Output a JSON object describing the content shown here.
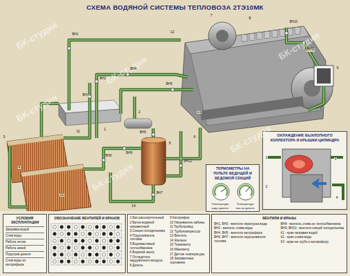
{
  "diagram": {
    "title": "СХЕМА ВОДЯНОЙ СИСТЕМЫ ТЕПЛОВОЗА 2ТЭ10МК",
    "nodes": [
      {
        "text": [
          "ОХЛАЖДЕНИЕ ВЫХЛОПНОГО КОЛЛЕКТОРА И КРЫШКИ ЦИЛИНДРА"
        ]
      },
      {
        "text": [
          "ТЕРМОМЕТРЫ НА ПУЛЬТЕ ВЕДУЩЕЙ И ВЕДОМОЙ СЕКЦИЙ",
          "Температура воды дизеля",
          "Температура масла дизеля"
        ]
      },
      {
        "text": [
          "УСЛОВИЯ ЭКСПЛУАТАЦИИ",
          "Заправка водой",
          "Слив воды",
          "Работа летом",
          "Работа зимой",
          "Подогрев дизеля",
          "Слив воды из калорифера"
        ]
      },
      {
        "text": [
          "ОБОЗНАЧЕНИЕ ВЕНТИЛЕЙ И КРАНОВ"
        ]
      },
      {
        "text": [
          "1 Бак расширительный",
          "2 Бачок водяной заправочный",
          "3 Секции холодильника",
          "4 Подогреватель топлива",
          "5 Водомасляный теплообменник",
          "6 Водяной насос",
          "7 Охладитель наддувочного воздуха",
          "8 Дизель",
          "9 Калорифер",
          "10 Нагреватель кабины",
          "11 Трубопровод",
          "12 Турбокомпрессор",
          "13 Вентиль",
          "14 Жалюзи",
          "15 Термометр",
          "16 Манометр",
          "17 Датчик температуры",
          "18 Заправочная горловина"
        ]
      },
      {
        "text": [
          "ВЕНТИЛИ И КРАНЫ",
          "ВН1, ВН3 - вентили перепуска воды",
          "ВН2 - вентиль слива воды",
          "ВН4, ВН5 - вентили калорифера",
          "ВН6, ВН7 - вентили подогревателя топлива",
          "ВН8 - вентиль слива из теплообменника",
          "ВН9, ВН10 - вентили секций холодильника",
          "К1 - кран заправки водой",
          "К2 - кран слива воды",
          "К3 - кран на трубе к калориферу"
        ]
      }
    ],
    "labels": [
      "БК-студия",
      "БК-студия",
      "БК-студия",
      "БК-студия",
      "БК-студия",
      "БК-студия",
      "ВН1",
      "ВН2",
      "ВН3",
      "ВН4",
      "ВН5",
      "ВН6",
      "ВН7",
      "ВН8",
      "ВН9",
      "ВН10",
      "ВН11",
      "ВН12",
      "1",
      "2",
      "3",
      "4",
      "5",
      "6",
      "7",
      "8",
      "9",
      "10",
      "11",
      "12",
      "13",
      "14",
      "1",
      "2",
      "3",
      "4"
    ]
  }
}
